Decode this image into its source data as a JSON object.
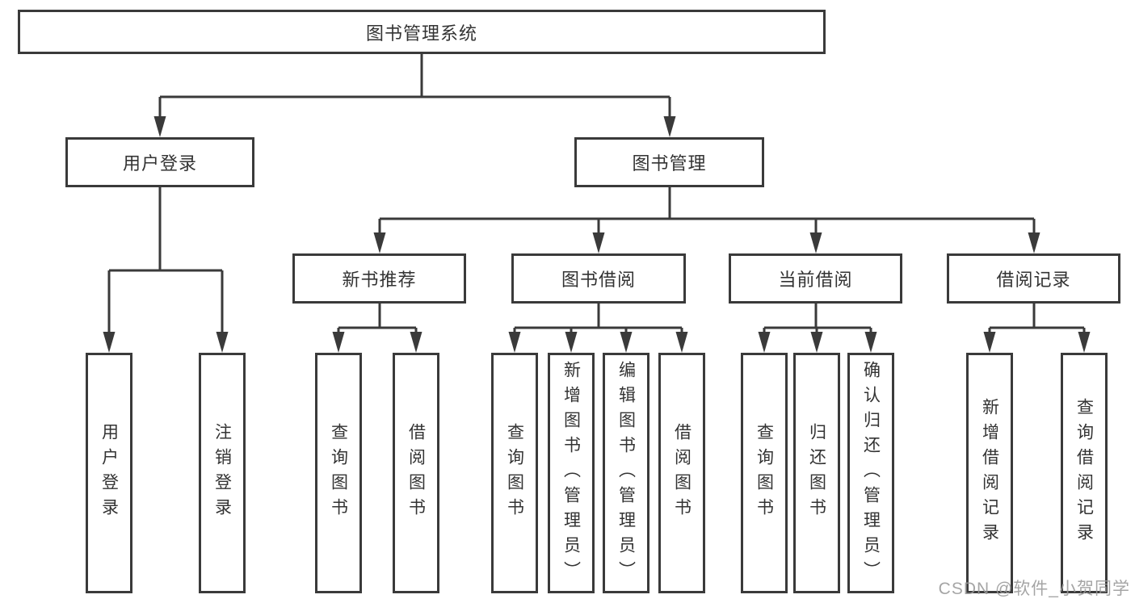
{
  "title": "图书管理系统",
  "watermark": "CSDN @软件_小贺同学",
  "colors": {
    "line": "#3a3a3a",
    "text": "#333333",
    "background": "#ffffff",
    "watermark": "#989898"
  },
  "tree": {
    "label": "图书管理系统",
    "children": [
      {
        "label": "用户登录",
        "children": [
          {
            "label": "用户登录"
          },
          {
            "label": "注销登录"
          }
        ]
      },
      {
        "label": "图书管理",
        "children": [
          {
            "label": "新书推荐",
            "children": [
              {
                "label": "查询图书"
              },
              {
                "label": "借阅图书"
              }
            ]
          },
          {
            "label": "图书借阅",
            "children": [
              {
                "label": "查询图书"
              },
              {
                "label": "新增图书（管理员）"
              },
              {
                "label": "编辑图书（管理员）"
              },
              {
                "label": "借阅图书"
              }
            ]
          },
          {
            "label": "当前借阅",
            "children": [
              {
                "label": "查询图书"
              },
              {
                "label": "归还图书"
              },
              {
                "label": "确认归还（管理员）"
              }
            ]
          },
          {
            "label": "借阅记录",
            "children": [
              {
                "label": "新增借阅记录"
              },
              {
                "label": "查询借阅记录"
              }
            ]
          }
        ]
      }
    ]
  }
}
